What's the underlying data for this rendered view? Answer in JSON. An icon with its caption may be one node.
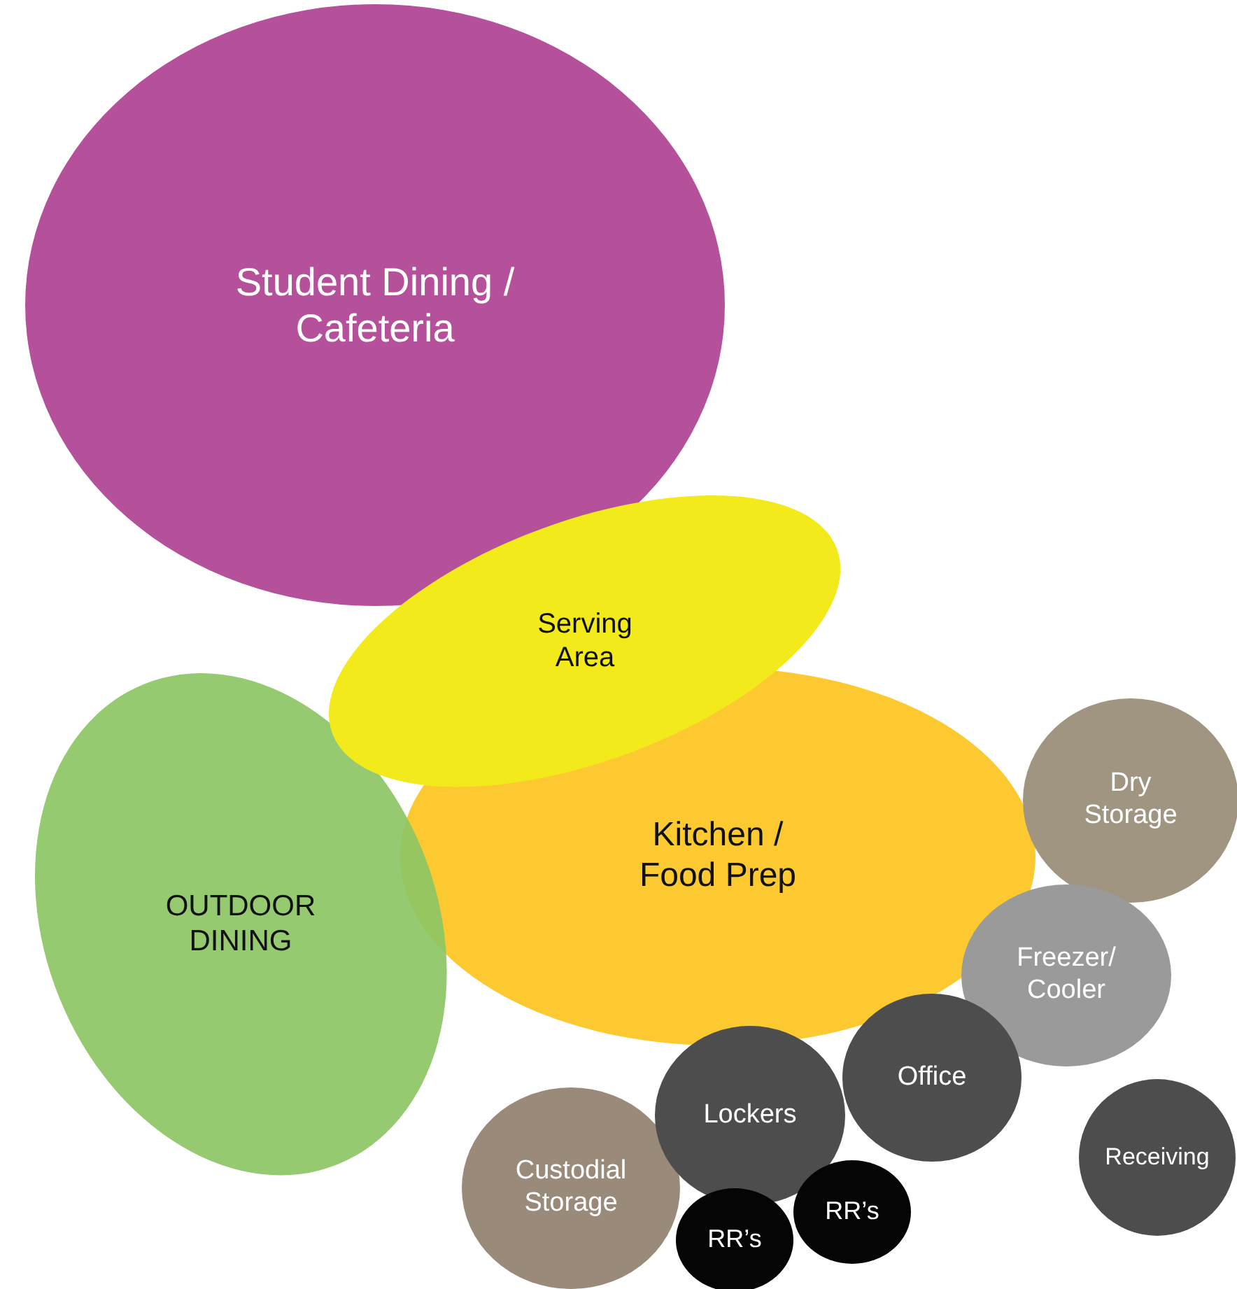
{
  "diagram": {
    "nodes": [
      {
        "text": [
          "Student Dining / Cafeteria"
        ]
      },
      {
        "text": [
          "Serving Area"
        ]
      },
      {
        "text": [
          "Dry Storage"
        ]
      },
      {
        "text": [
          "Kitchen / Food Prep"
        ]
      },
      {
        "text": [
          "OUTDOOR DINING"
        ]
      },
      {
        "text": [
          "Freezer/ Cooler"
        ]
      },
      {
        "text": [
          "Office"
        ]
      },
      {
        "text": [
          "Lockers"
        ]
      },
      {
        "text": [
          "Receiving"
        ]
      },
      {
        "text": [
          "Custodial Storage"
        ]
      },
      {
        "text": [
          "RR’s"
        ]
      },
      {
        "text": [
          "RR’s"
        ]
      }
    ]
  }
}
